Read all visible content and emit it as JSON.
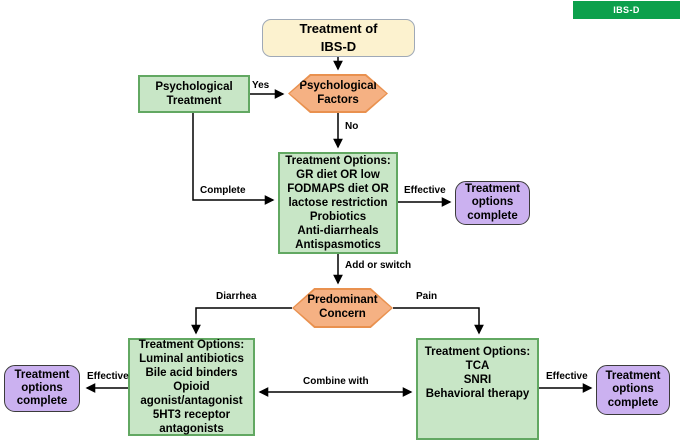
{
  "badge": {
    "label": "IBS-D"
  },
  "nodes": {
    "start": {
      "label": "Treatment of\nIBS-D"
    },
    "psych_treatment": {
      "label": "Psychological\nTreatment"
    },
    "psych_factors": {
      "label": "Psychological\nFactors"
    },
    "initial_options": {
      "label": "Treatment Options:\nGR diet OR low\nFODMAPS diet OR\nlactose restriction\nProbiotics\nAnti-diarrheals\nAntispasmotics"
    },
    "complete_initial": {
      "label": "Treatment\noptions\ncomplete"
    },
    "predominant_concern": {
      "label": "Predominant\nConcern"
    },
    "diarrhea_options": {
      "label": "Treatment Options:\nLuminal antibiotics\nBile acid binders\nOpioid\nagonist/antagonist\n5HT3 receptor\nantagonists"
    },
    "complete_diarrhea": {
      "label": "Treatment\noptions\ncomplete"
    },
    "pain_options": {
      "label": "Treatment Options:\nTCA\nSNRI\nBehavioral therapy"
    },
    "complete_pain": {
      "label": "Treatment\noptions\ncomplete"
    }
  },
  "edge_labels": {
    "yes": "Yes",
    "no": "No",
    "complete": "Complete",
    "effective_initial": "Effective",
    "add_or_switch": "Add or switch",
    "diarrhea": "Diarrhea",
    "pain": "Pain",
    "effective_diarrhea": "Effective",
    "combine_with": "Combine with",
    "effective_pain": "Effective"
  },
  "colors": {
    "process_fill": "#C8E6C6",
    "process_border": "#62A862",
    "decision_fill": "#F5B183",
    "decision_border": "#E9914F",
    "terminator_fill": "#CBB1F0",
    "terminator_border": "#3B3B3B",
    "start_fill": "#FCF2CF",
    "start_border": "#9FA9B7",
    "badge_green": "#0CA04C",
    "connector": "#000000"
  }
}
